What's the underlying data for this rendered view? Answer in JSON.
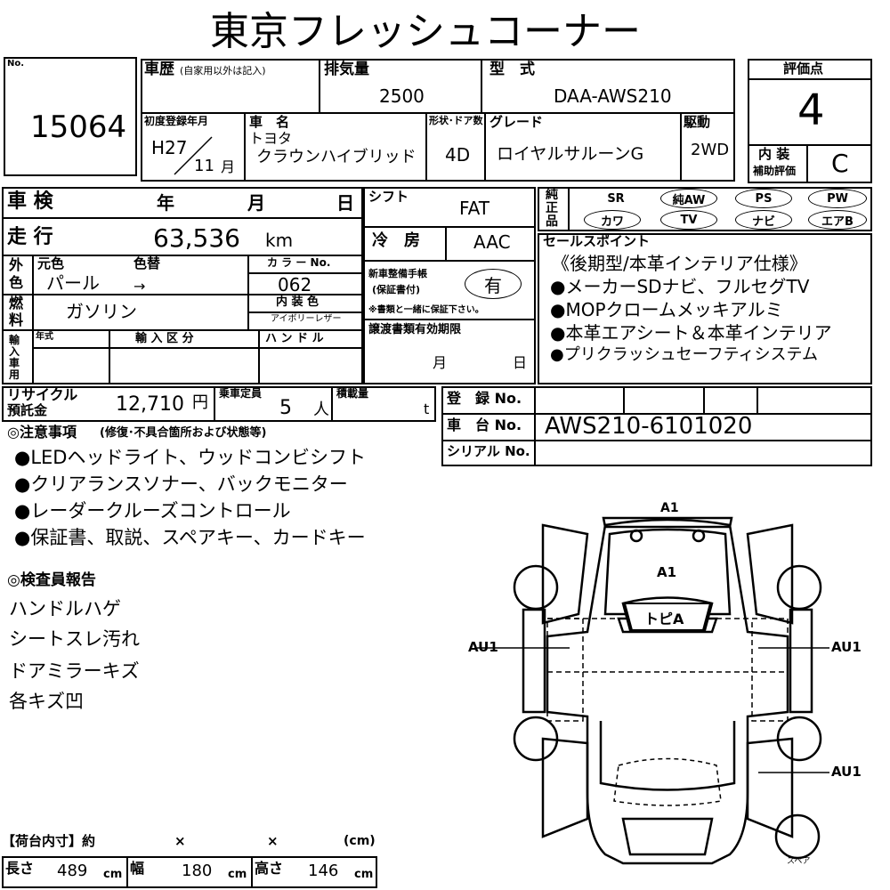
{
  "title": "東京フレッシュコーナー",
  "lot": {
    "label": "No.",
    "value": "15064"
  },
  "history": {
    "label": "車歴",
    "note": "(自家用以外は記入)"
  },
  "displacement": {
    "label": "排気量",
    "value": "2500"
  },
  "model": {
    "label": "型　式",
    "value": "DAA-AWS210"
  },
  "rating": {
    "label": "評価点",
    "value": "4",
    "interior_label_1": "内 装",
    "interior_label_2": "補助評価",
    "interior_value": "C"
  },
  "first_reg": {
    "label": "初度登録年月",
    "year": "H27",
    "month": "11",
    "month_unit": "月"
  },
  "car_name": {
    "label": "車　名",
    "maker": "トヨタ",
    "name": "クラウンハイブリッド"
  },
  "doors": {
    "label": "形状･ドア数",
    "value": "4D"
  },
  "grade": {
    "label": "グレード",
    "value": "ロイヤルサルーンG"
  },
  "drive": {
    "label": "駆動",
    "value": "2WD"
  },
  "inspection": {
    "label": "車 検",
    "year": "年",
    "month": "月",
    "day": "日"
  },
  "mileage": {
    "label": "走 行",
    "value": "63,536",
    "unit": "km"
  },
  "exterior": {
    "label_1": "外",
    "label_2": "色",
    "orig_label": "元色",
    "change_label": "色替",
    "value": "パール",
    "arrow": "→"
  },
  "color_no": {
    "label": "カ ラ ー No.",
    "value": "062"
  },
  "fuel": {
    "label_1": "燃",
    "label_2": "料",
    "value": "ガソリン"
  },
  "interior_color": {
    "label": "内 装 色",
    "value": "アイボリーレザー"
  },
  "import": {
    "label": "輸入車用",
    "year_label": "年式",
    "class_label": "輸 入 区 分",
    "handle_label": "ハ ン ド ル"
  },
  "shift": {
    "label": "シフト",
    "value": "FAT"
  },
  "aircon": {
    "label": "冷　房",
    "value": "AAC"
  },
  "warranty": {
    "label_1": "新車整備手帳",
    "label_2": "(保証書付)",
    "value": "有",
    "note": "※書類と一緒に保証下さい。"
  },
  "transfer": {
    "label": "譲渡書類有効期限",
    "month": "月",
    "day": "日"
  },
  "equipment": {
    "label": "純正品",
    "items": [
      "SR",
      "純AW",
      "PS",
      "PW",
      "カワ",
      "TV",
      "ナビ",
      "エアB"
    ]
  },
  "sales": {
    "label": "セールスポイント",
    "points": [
      "《後期型/本革インテリア仕様》",
      "●メーカーSDナビ、フルセグTV",
      "●MOPクロームメッキアルミ",
      "●本革エアシート＆本革インテリア",
      "●プリクラッシュセーフティシステム"
    ]
  },
  "recycle": {
    "label_1": "リサイクル",
    "label_2": "預託金",
    "value": "12,710",
    "unit": "円"
  },
  "capacity": {
    "label": "乗車定員",
    "value": "5",
    "unit": "人"
  },
  "load": {
    "label": "積載量",
    "unit": "t"
  },
  "registration": {
    "label": "登　録 No."
  },
  "chassis": {
    "label": "車　台 No.",
    "value": "AWS210-6101020"
  },
  "serial": {
    "label": "シリアル No."
  },
  "notes": {
    "label": "◎注意事項",
    "sub": "(修復･不具合箇所および状態等)",
    "items": [
      "●LEDヘッドライト、ウッドコンビシフト",
      "●クリアランスソナー、バックモニター",
      "●レーダークルーズコントロール",
      "●保証書、取説、スペアキー、カードキー"
    ]
  },
  "inspector": {
    "label": "◎検査員報告",
    "items": [
      "ハンドルハゲ",
      "シートスレ汚れ",
      "ドアミラーキズ",
      "各キズ凹"
    ]
  },
  "cargo": {
    "label": "【荷台内寸】約",
    "x1": "×",
    "x2": "×",
    "unit": "(cm)"
  },
  "dims": {
    "length_label": "長さ",
    "length": "489",
    "width_label": "幅",
    "width": "180",
    "height_label": "高さ",
    "height": "146",
    "unit": "cm"
  },
  "diagram": {
    "front_bumper": "A1",
    "hood": "A1",
    "roof": "トピA",
    "left": "AU1",
    "right_front": "AU1",
    "right_rear": "AU1",
    "spare": "スペア"
  }
}
